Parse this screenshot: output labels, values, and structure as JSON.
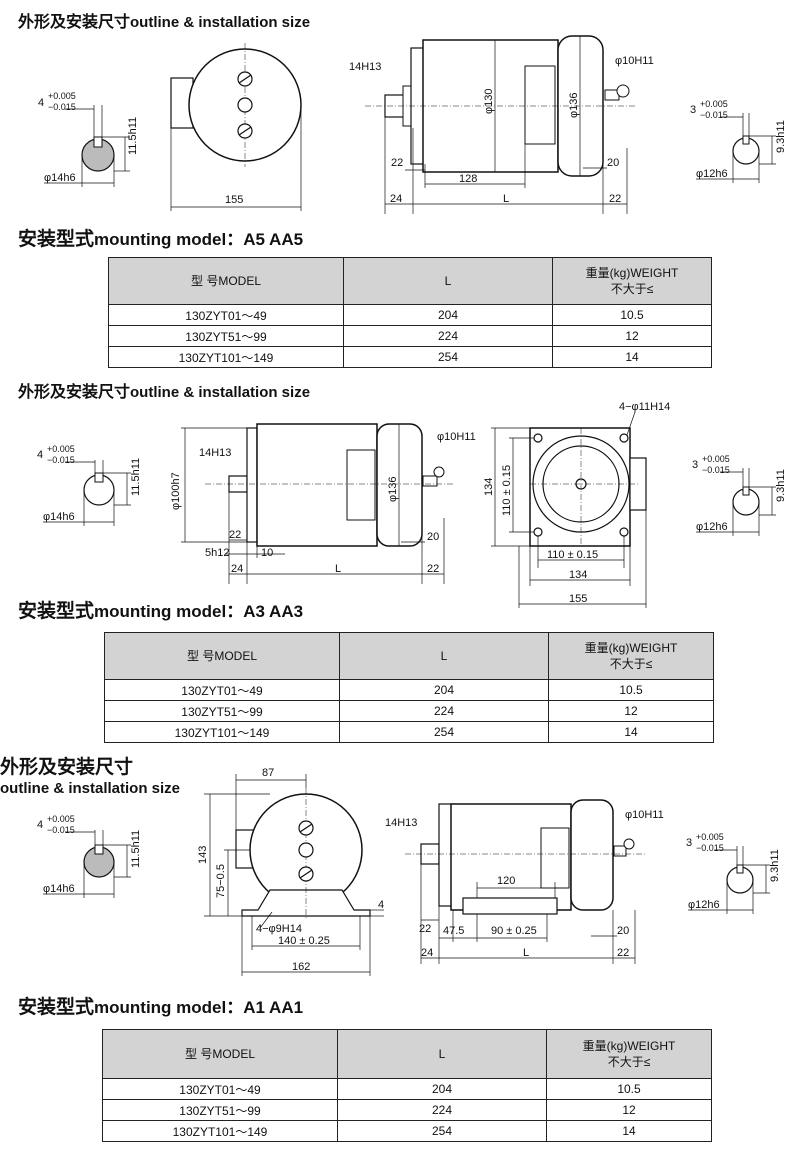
{
  "sections": [
    {
      "heading_cn": "外形及安装尺寸",
      "heading_en": "outline & installation size",
      "shaft_left": {
        "tol_top": "+0.005",
        "tol_bot": "−0.015",
        "key": "4",
        "height": "11.5h11",
        "dia": "φ14h6"
      },
      "front": {
        "width": "155"
      },
      "side": {
        "key": "14H13",
        "d1": "φ130",
        "d2": "φ136",
        "oil": "φ10H11",
        "a": "22",
        "b": "128",
        "c": "20",
        "d": "24",
        "L": "L",
        "e": "22"
      },
      "shaft_right": {
        "tol_top": "+0.005",
        "tol_bot": "−0.015",
        "key": "3",
        "height": "9.3h11",
        "dia": "φ12h6"
      },
      "mount_cn": "安装型式",
      "mount_en": "mounting model：A5  AA5",
      "table": {
        "col_model": "型  号MODEL",
        "col_L": "L",
        "col_weight_1": "重量(kg)WEIGHT",
        "col_weight_2": "不大于≤",
        "rows": [
          {
            "model": "130ZYT01～49",
            "L": "204",
            "w": "10.5"
          },
          {
            "model": "130ZYT51～99",
            "L": "224",
            "w": "12"
          },
          {
            "model": "130ZYT101～149",
            "L": "254",
            "w": "14"
          }
        ]
      }
    },
    {
      "heading_cn": "外形及安装尺寸",
      "heading_en": "outline & installation size",
      "shaft_left": {
        "tol_top": "+0.005",
        "tol_bot": "−0.015",
        "key": "4",
        "height": "11.5h11",
        "dia": "φ14h6"
      },
      "side": {
        "key": "14H13",
        "pilot": "φ100h7",
        "d2": "φ136",
        "oil": "φ10H11",
        "a": "22",
        "b": "5h12",
        "c": "10",
        "d": "24",
        "L": "L",
        "e": "20",
        "f": "22"
      },
      "flange": {
        "holes": "4−φ11H14",
        "h1": "134",
        "h2": "110 ± 0.15",
        "w1": "110 ± 0.15",
        "w2": "134",
        "w3": "155"
      },
      "shaft_right": {
        "tol_top": "+0.005",
        "tol_bot": "−0.015",
        "key": "3",
        "height": "9.3h11",
        "dia": "φ12h6"
      },
      "mount_cn": "安装型式",
      "mount_en": "mounting model：A3  AA3",
      "table": {
        "col_model": "型  号MODEL",
        "col_L": "L",
        "col_weight_1": "重量(kg)WEIGHT",
        "col_weight_2": "不大于≤",
        "rows": [
          {
            "model": "130ZYT01～49",
            "L": "204",
            "w": "10.5"
          },
          {
            "model": "130ZYT51～99",
            "L": "224",
            "w": "12"
          },
          {
            "model": "130ZYT101～149",
            "L": "254",
            "w": "14"
          }
        ]
      }
    },
    {
      "heading_cn": "外形及安装尺寸",
      "heading_en": "outline & installation size",
      "shaft_left": {
        "tol_top": "+0.005",
        "tol_bot": "−0.015",
        "key": "4",
        "height": "11.5h11",
        "dia": "φ14h6"
      },
      "front": {
        "top": "87",
        "h": "143",
        "h2": "75−0.5",
        "foot": "4",
        "holes": "4−φ9H14",
        "w1": "140 ± 0.25",
        "w2": "162"
      },
      "side": {
        "key": "14H13",
        "oil": "φ10H11",
        "b": "120",
        "a": "22",
        "g": "47.5",
        "h": "90 ± 0.25",
        "c": "20",
        "d": "24",
        "L": "L",
        "e": "22"
      },
      "shaft_right": {
        "tol_top": "+0.005",
        "tol_bot": "−0.015",
        "key": "3",
        "height": "9.3h11",
        "dia": "φ12h6"
      },
      "mount_cn": "安装型式",
      "mount_en": "mounting model：A1  AA1",
      "table": {
        "col_model": "型  号MODEL",
        "col_L": "L",
        "col_weight_1": "重量(kg)WEIGHT",
        "col_weight_2": "不大于≤",
        "rows": [
          {
            "model": "130ZYT01～49",
            "L": "204",
            "w": "10.5"
          },
          {
            "model": "130ZYT51～99",
            "L": "224",
            "w": "12"
          },
          {
            "model": "130ZYT101～149",
            "L": "254",
            "w": "14"
          }
        ]
      }
    }
  ]
}
